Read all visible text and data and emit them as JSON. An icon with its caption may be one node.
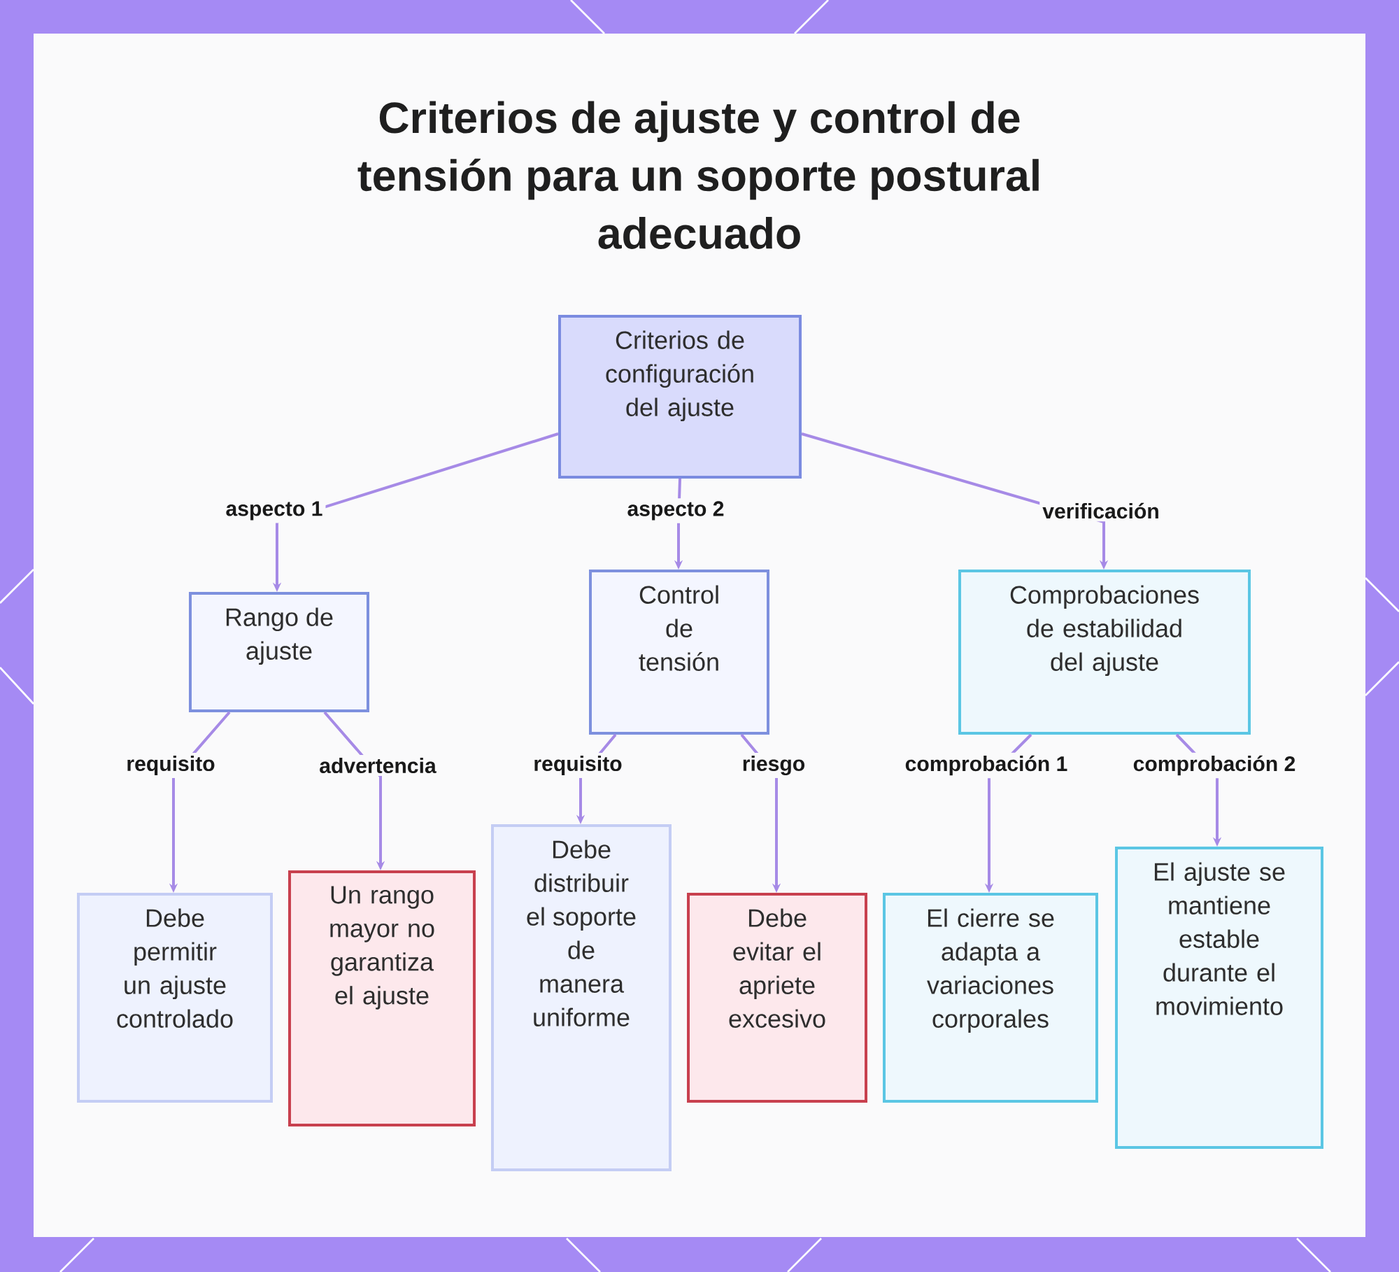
{
  "diagram": {
    "title": "Criterios de ajuste y control de tensión para un soporte postural adecuado",
    "nodes": [
      {
        "text": [
          "Criterios de configuración del ajuste"
        ]
      },
      {
        "text": [
          "Rango de ajuste"
        ]
      },
      {
        "text": [
          "Control de tensión"
        ]
      },
      {
        "text": [
          "Comprobaciones de estabilidad del ajuste"
        ]
      },
      {
        "text": [
          "Debe permitir un ajuste controlado"
        ]
      },
      {
        "text": [
          "Un rango mayor no garantiza el ajuste"
        ]
      },
      {
        "text": [
          "Debe distribuir el soporte de manera uniforme"
        ]
      },
      {
        "text": [
          "Debe evitar el apriete excesivo"
        ]
      },
      {
        "text": [
          "El cierre se adapta a variaciones corporales"
        ]
      },
      {
        "text": [
          "El ajuste se mantiene estable durante el movimiento"
        ]
      }
    ],
    "edges": [
      {
        "from": 0,
        "to": 1,
        "arrow": "to",
        "label": "aspecto 1"
      },
      {
        "from": 0,
        "to": 2,
        "arrow": "to",
        "label": "aspecto 2"
      },
      {
        "from": 0,
        "to": 3,
        "arrow": "to",
        "label": "verificación"
      },
      {
        "from": 1,
        "to": 4,
        "arrow": "to",
        "label": "requisito"
      },
      {
        "from": 1,
        "to": 5,
        "arrow": "to",
        "label": "advertencia"
      },
      {
        "from": 2,
        "to": 6,
        "arrow": "to",
        "label": "requisito"
      },
      {
        "from": 2,
        "to": 7,
        "arrow": "to",
        "label": "riesgo"
      },
      {
        "from": 3,
        "to": 8,
        "arrow": "to",
        "label": "comprobación 1"
      },
      {
        "from": 3,
        "to": 9,
        "arrow": "to",
        "label": "comprobación 2"
      }
    ]
  }
}
